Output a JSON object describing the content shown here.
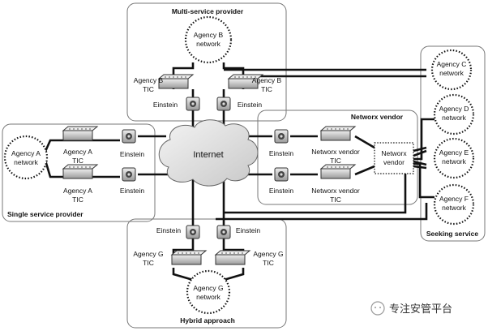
{
  "colors": {
    "line": "#111111",
    "box_border": "#777777",
    "cloud": "#dcdcdc",
    "device": "#cfcfcf"
  },
  "boxes": {
    "multi_service": "Multi-service provider",
    "single_service": "Single service provider",
    "networx_vendor": "Networx vendor",
    "seeking": "Seeking service",
    "hybrid": "Hybrid approach"
  },
  "internet": "Internet",
  "networks": {
    "agency_b": [
      "Agency B",
      "network"
    ],
    "agency_a": [
      "Agency A",
      "network"
    ],
    "agency_c": [
      "Agency C",
      "network"
    ],
    "agency_d": [
      "Agency D",
      "network"
    ],
    "agency_e": [
      "Agency E",
      "network"
    ],
    "agency_f": [
      "Agency F",
      "network"
    ],
    "agency_g": [
      "Agency G",
      "network"
    ]
  },
  "labels": {
    "agency_b_tic": [
      "Agency B",
      "TIC"
    ],
    "agency_a_tic": [
      "Agency A",
      "TIC"
    ],
    "agency_g_tic": [
      "Agency G",
      "TIC"
    ],
    "networx_tic": [
      "Networx vendor",
      "TIC"
    ],
    "einstein": "Einstein",
    "networx_center": [
      "Networx",
      "vendor"
    ]
  },
  "watermark": "专注安管平台"
}
